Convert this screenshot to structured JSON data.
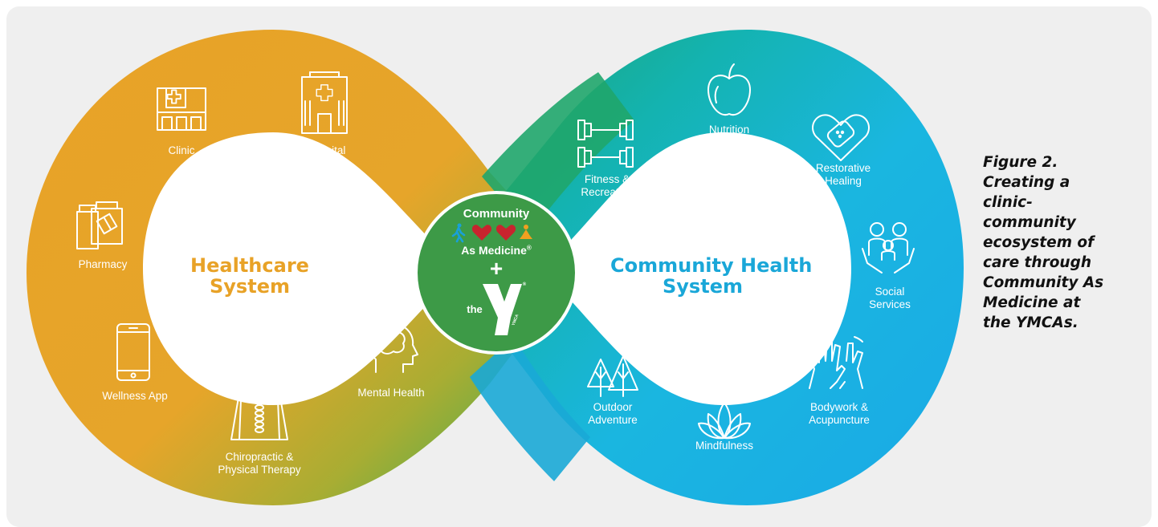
{
  "colors": {
    "orange": "#e8a227",
    "green": "#4caa4c",
    "blue": "#1ab4e0",
    "hub": "#3d9a47",
    "background": "#efefef"
  },
  "left_loop": {
    "title_line1": "Healthcare",
    "title_line2": "System",
    "items": {
      "clinic": {
        "label": "Clinic",
        "icon": "clinic-icon"
      },
      "hospital": {
        "label": "Hospital",
        "icon": "hospital-icon"
      },
      "pharmacy": {
        "label": "Pharmacy",
        "icon": "pharmacy-icon"
      },
      "wellness_app": {
        "label": "Wellness App",
        "icon": "smartphone-icon"
      },
      "chiropractic": {
        "line1": "Chiropractic &",
        "line2": "Physical Therapy",
        "icon": "spine-icon"
      },
      "mental_health": {
        "label": "Mental Health",
        "icon": "head-brain-icon"
      }
    }
  },
  "right_loop": {
    "title_line1": "Community Health",
    "title_line2": "System",
    "items": {
      "fitness": {
        "line1": "Fitness &",
        "line2": "Recreation",
        "icon": "dumbbell-icon"
      },
      "nutrition": {
        "label": "Nutrition",
        "icon": "apple-icon"
      },
      "restorative": {
        "line1": "Restorative",
        "line2": "Healing",
        "icon": "bandaged-heart-icon"
      },
      "social": {
        "line1": "Social",
        "line2": "Services",
        "icon": "family-hands-icon"
      },
      "bodywork": {
        "line1": "Bodywork &",
        "line2": "Acupuncture",
        "icon": "hands-icon"
      },
      "mindfulness": {
        "label": "Mindfulness",
        "icon": "lotus-icon"
      },
      "outdoor": {
        "line1": "Outdoor",
        "line2": "Adventure",
        "icon": "trees-sun-icon"
      }
    }
  },
  "hub": {
    "line1": "Community",
    "line2": "As Medicine",
    "registered": "®",
    "plus": "+",
    "ymca_prefix": "the",
    "ymca_letter": "Y",
    "ymca_small": "YMCA",
    "ymca_trademark": "®"
  },
  "caption": {
    "lines": [
      "Figure 2.",
      "Creating a",
      "clinic-",
      "community",
      "ecosystem of",
      "care through",
      "Community As",
      "Medicine at",
      "the YMCAs."
    ]
  }
}
